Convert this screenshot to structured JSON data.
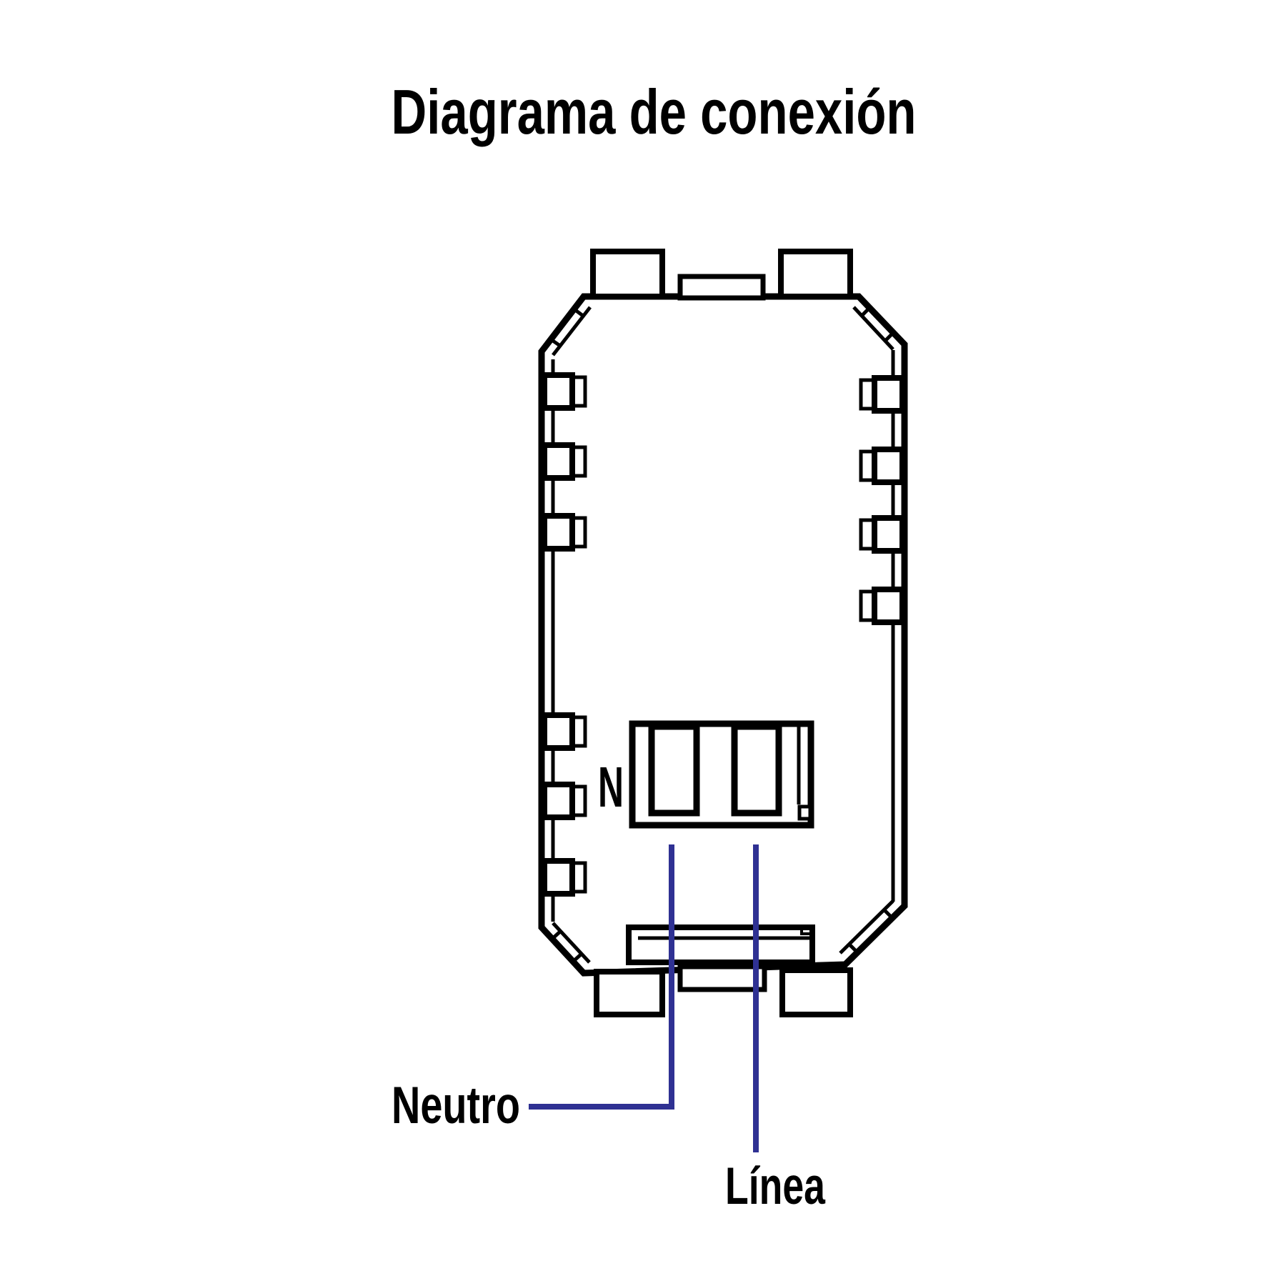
{
  "title": "Diagrama de conexión",
  "device": {
    "name": "switch-module-rear-view",
    "terminal_label": "N"
  },
  "wires": {
    "neutral_label": "Neutro",
    "line_label": "Línea"
  },
  "colors": {
    "line_art": "#000000",
    "wire": "#2F3193",
    "background": "#FFFFFF"
  }
}
